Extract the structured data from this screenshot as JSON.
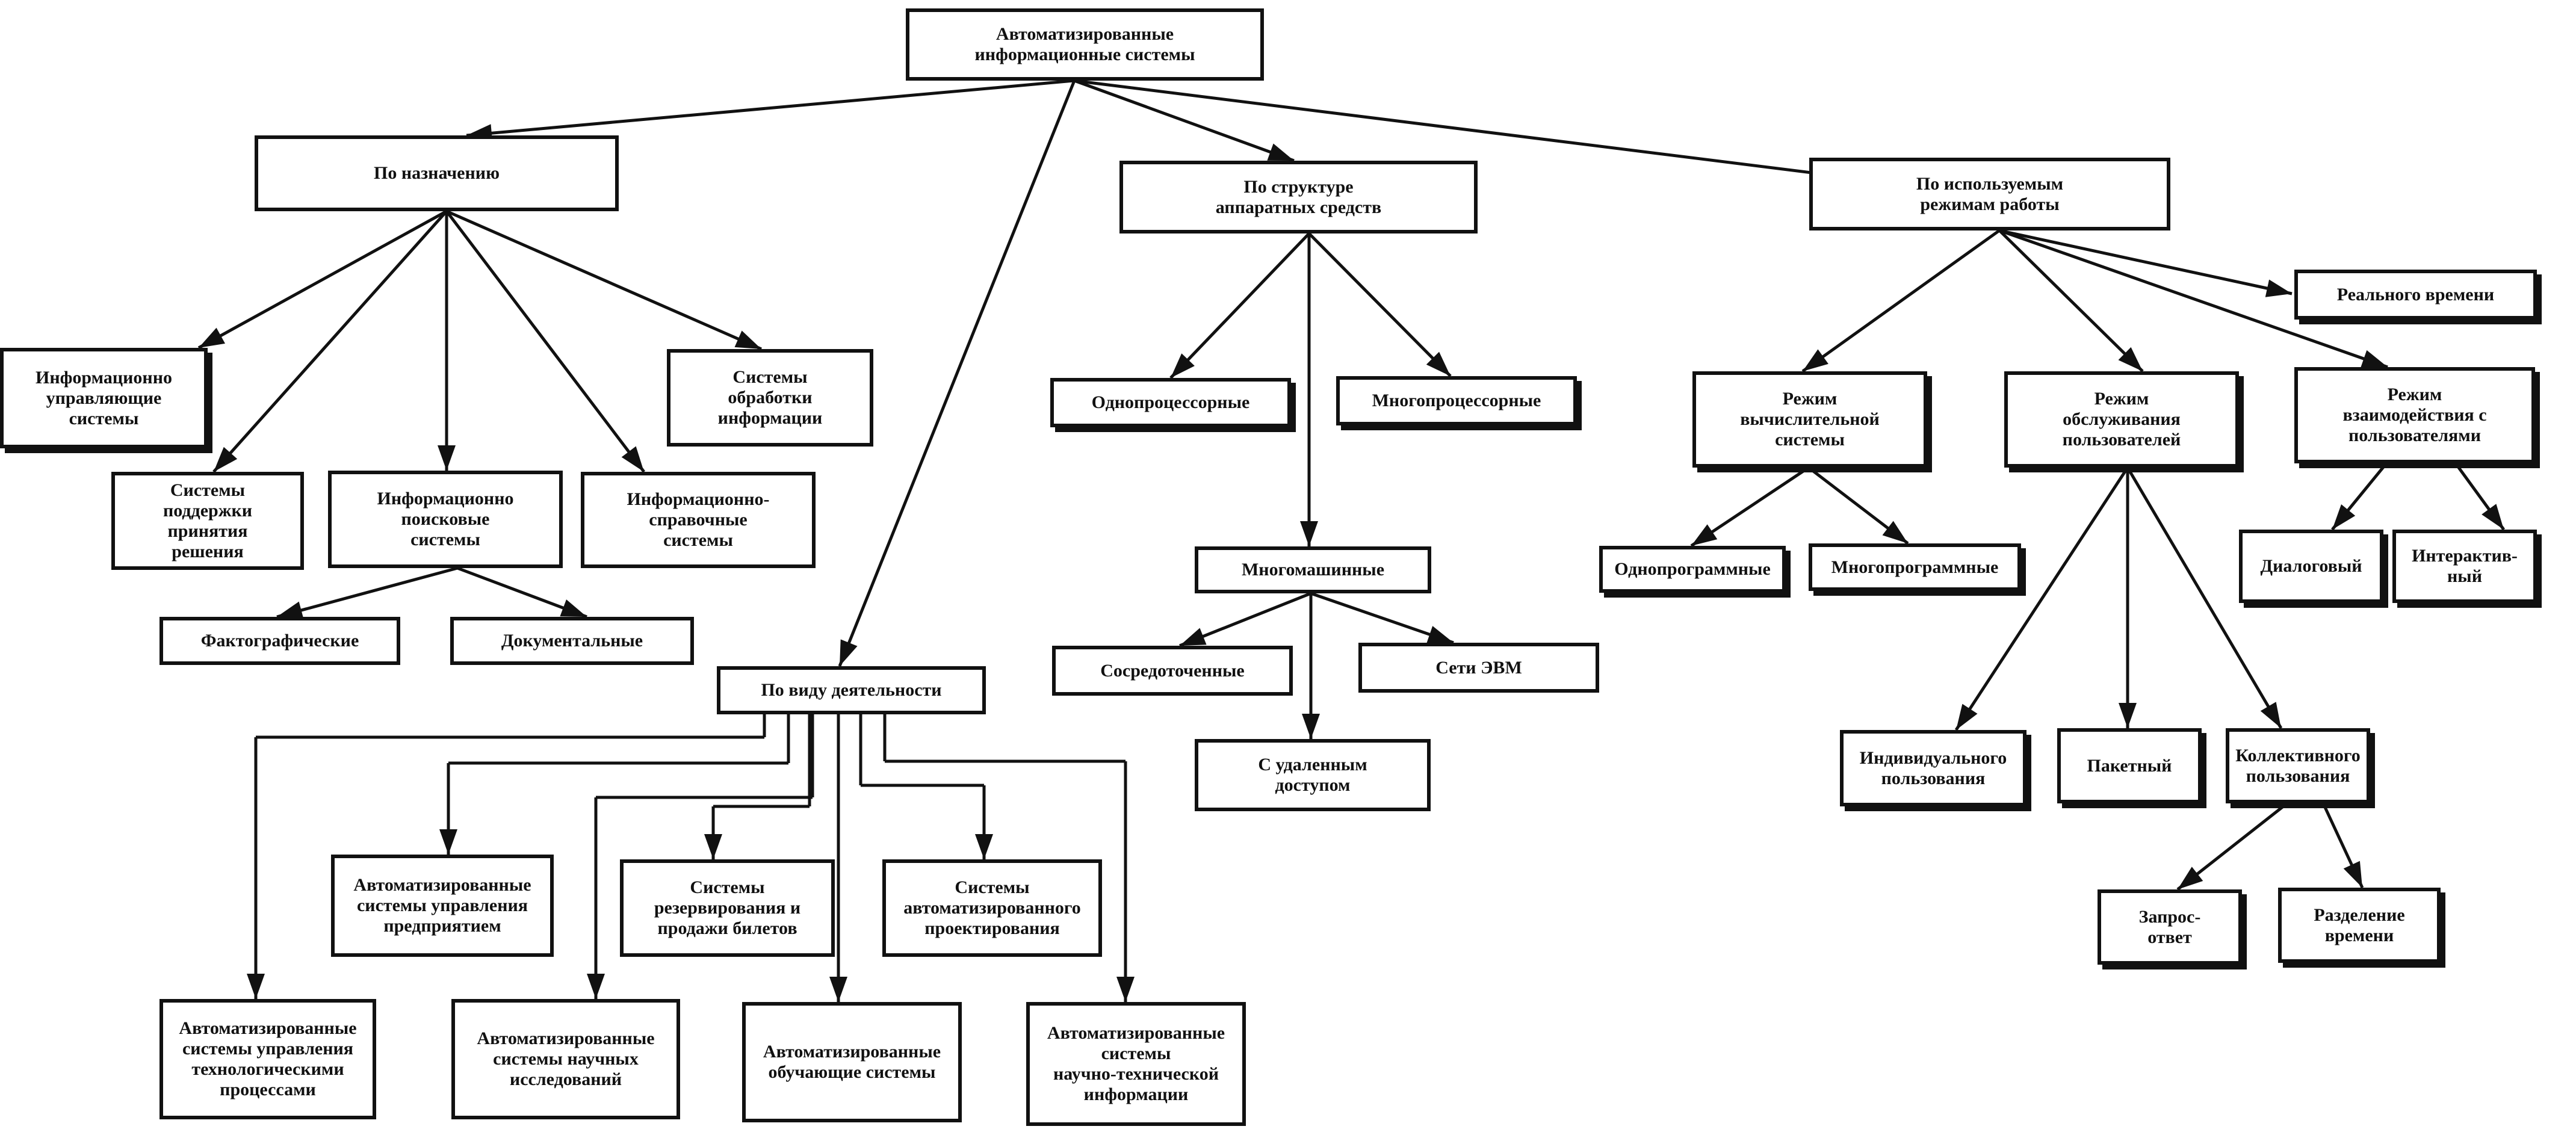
{
  "nodes": {
    "root": "Автоматизированные\nинформационные системы",
    "purpose": "По назначению",
    "structure": "По структуре\nаппаратных средств",
    "modes": "По используемым\nрежимам работы",
    "activity": "По виду деятельности",
    "info_control": "Информационно\nуправляющие\nсистемы",
    "decision_support": "Системы\nподдержки\nпринятия\nрешения",
    "info_search": "Информационно\nпоисковые\nсистемы",
    "info_reference": "Информационно-\nсправочные\nсистемы",
    "info_processing": "Системы\nобработки\nинформации",
    "factographic": "Фактографические",
    "documental": "Документальные",
    "single_proc": "Однопроцессорные",
    "multi_proc": "Многопроцессорные",
    "multi_machine": "Многомашинные",
    "concentrated": "Сосредоточенные",
    "networks": "Сети ЭВМ",
    "remote": "С удаленным\nдоступом",
    "realtime": "Реального времени",
    "batch_mode": "Режим\nвычислительной\nсистемы",
    "service_mode": "Режим\nобслуживания\nпользователей",
    "interaction_mode": "Режим\nвзаимодействия с\nпользователями",
    "single_prog": "Однопрограммные",
    "multi_prog": "Многопрограммные",
    "individual": "Индивидуального\nпользования",
    "packet": "Пакетный",
    "collective": "Коллективного\nпользования",
    "request_response": "Запрос-\nответ",
    "time_sharing": "Разделение\nвремени",
    "dialog": "Диалоговый",
    "interactive": "Интерактив-\nный",
    "asu_enterprise": "Автоматизированные\nсистемы управления\nпредприятием",
    "reservation": "Системы\nрезервирования и\nпродажи билетов",
    "cad": "Системы\nавтоматизированного\nпроектирования",
    "asu_process": "Автоматизированные\nсистемы управления\nтехнологическими\nпроцессами",
    "asu_research": "Автоматизированные\nсистемы научных\nисследований",
    "training": "Автоматизированные\nобучающие системы",
    "sci_tech_info": "Автоматизированные\nсистемы\nнаучно-технической\nинформации"
  }
}
